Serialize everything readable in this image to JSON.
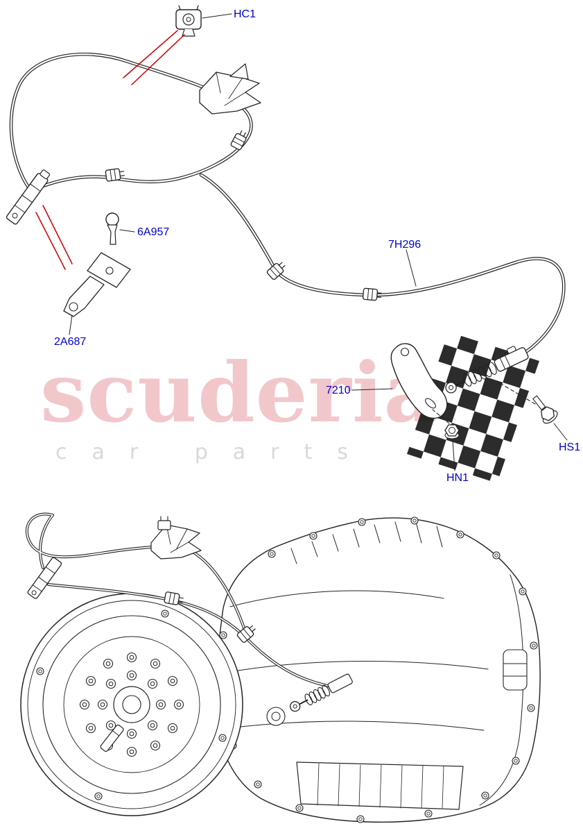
{
  "watermark": {
    "brand": "scuderia",
    "tagline": "car parts"
  },
  "colors": {
    "labelBlue": "#0000cc",
    "leaderRed": "#cc0000",
    "brandPink": "#f0bec2",
    "taglineGray": "#d9d9d9",
    "lineInk": "#222222"
  },
  "labels": {
    "hc1": "HC1",
    "p6a957": "6A957",
    "p7h296": "7H296",
    "p2a687": "2A687",
    "p7210": "7210",
    "hn1": "HN1",
    "hs1": "HS1"
  }
}
